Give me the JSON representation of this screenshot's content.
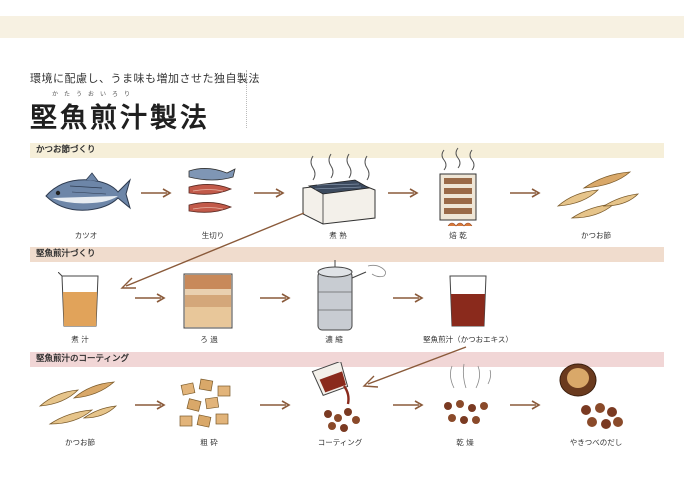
{
  "header": {
    "subtitle": "環境に配慮し、うま味も増加させた独自製法",
    "title": "堅魚煎汁製法",
    "ruby": "かたうおいろり"
  },
  "sections": [
    {
      "label": "かつお節づくり",
      "steps": [
        "カツオ",
        "生切り",
        "煮 熟",
        "焙 乾",
        "かつお節"
      ]
    },
    {
      "label": "堅魚煎汁づくり",
      "steps": [
        "煮 汁",
        "ろ 過",
        "濃 縮",
        "堅魚煎汁（かつおエキス）"
      ]
    },
    {
      "label": "堅魚煎汁のコーティング",
      "steps": [
        "かつお節",
        "粗 砕",
        "コーティング",
        "乾 燥",
        "やきつべのだし"
      ]
    }
  ],
  "colors": {
    "arrow": "#8a5a3a",
    "band1": "#f6efd9",
    "band2": "#f0dccd",
    "band3": "#f1d6d6",
    "broth": "#b5651d"
  }
}
